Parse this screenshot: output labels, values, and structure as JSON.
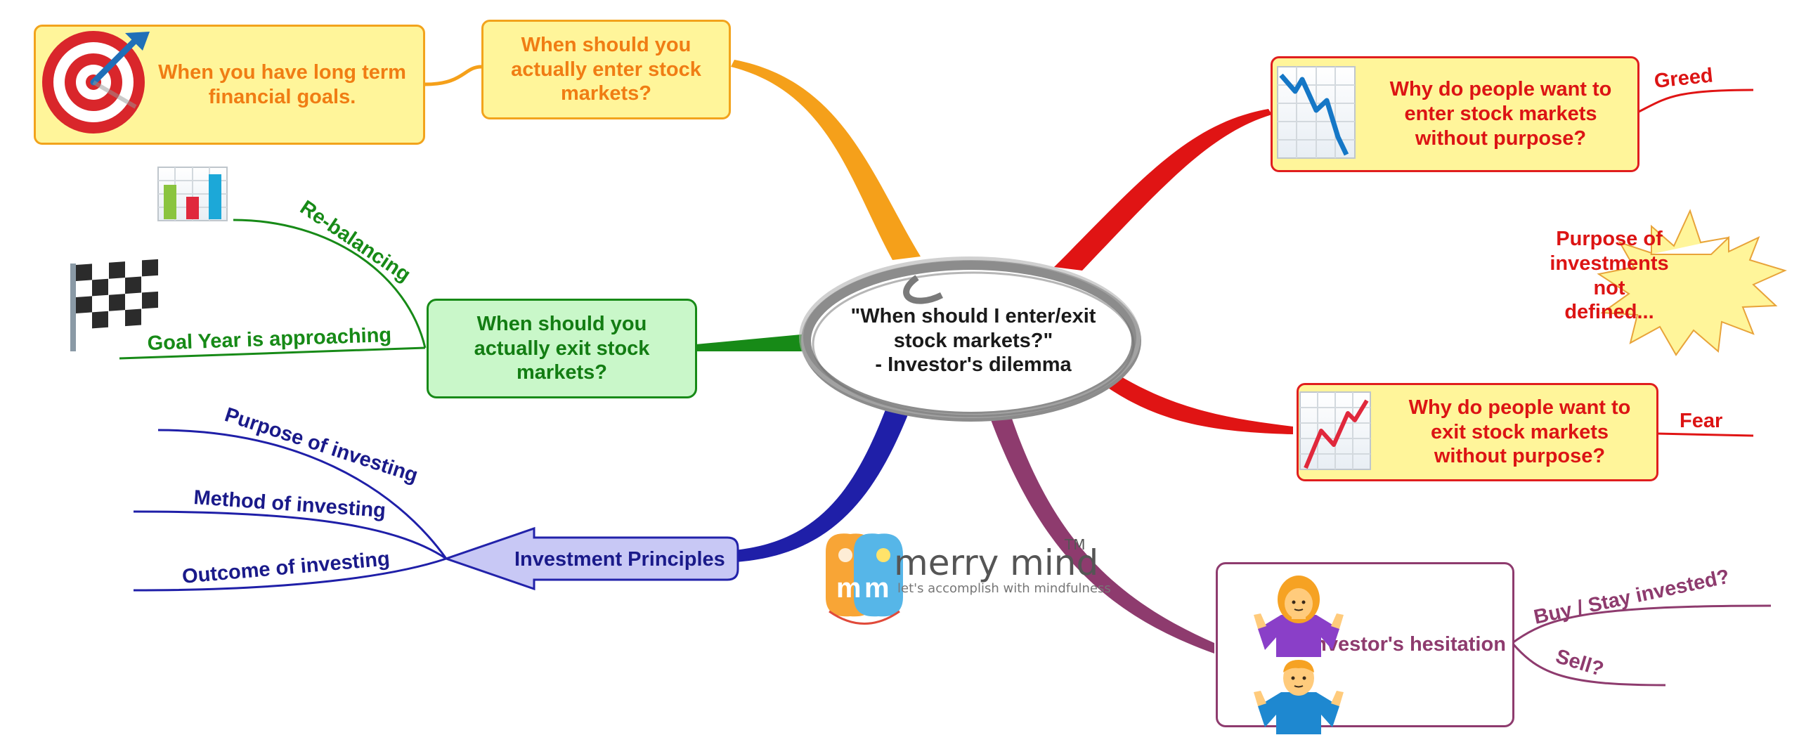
{
  "central_topic": "\"When should I enter/exit\nstock markets?\"\n- Investor's dilemma",
  "enter_branch": {
    "topic": "When should you\nactually enter stock\nmarkets?",
    "child": "When you have long term\nfinancial goals.",
    "child_icon": "target-dart-icon",
    "color": "#f5a01a"
  },
  "exit_branch": {
    "topic": "When should you\nactually exit stock\nmarkets?",
    "children": [
      "Re-balancing",
      "Goal Year is approaching"
    ],
    "icons": [
      "bar-chart-icon",
      "checkered-flag-icon"
    ],
    "color": "#178a17"
  },
  "principles_branch": {
    "topic": "Investment Principles",
    "children": [
      "Purpose of investing",
      "Method of investing",
      "Outcome of investing"
    ],
    "color": "#1f1fa8"
  },
  "greed_branch": {
    "topic": "Why do people want to\nenter stock markets\nwithout purpose?",
    "child": "Greed",
    "icon": "falling-chart-icon",
    "color": "#e01414"
  },
  "fear_branch": {
    "topic": "Why do people want to\nexit stock markets\nwithout purpose?",
    "child": "Fear",
    "icon": "rising-chart-icon",
    "color": "#e01414"
  },
  "callout": "Purpose of\ninvestments not\ndefined...",
  "hesitation_branch": {
    "topic": "Investor's hesitation",
    "children": [
      "Buy / Stay invested?",
      "Sell?"
    ],
    "icons": [
      "woman-shrugging-icon",
      "man-shrugging-icon"
    ],
    "color": "#8e3b6e"
  },
  "logo": {
    "name": "merry mind",
    "trademark": "TM",
    "tagline": "let's accomplish with mindfulness"
  }
}
